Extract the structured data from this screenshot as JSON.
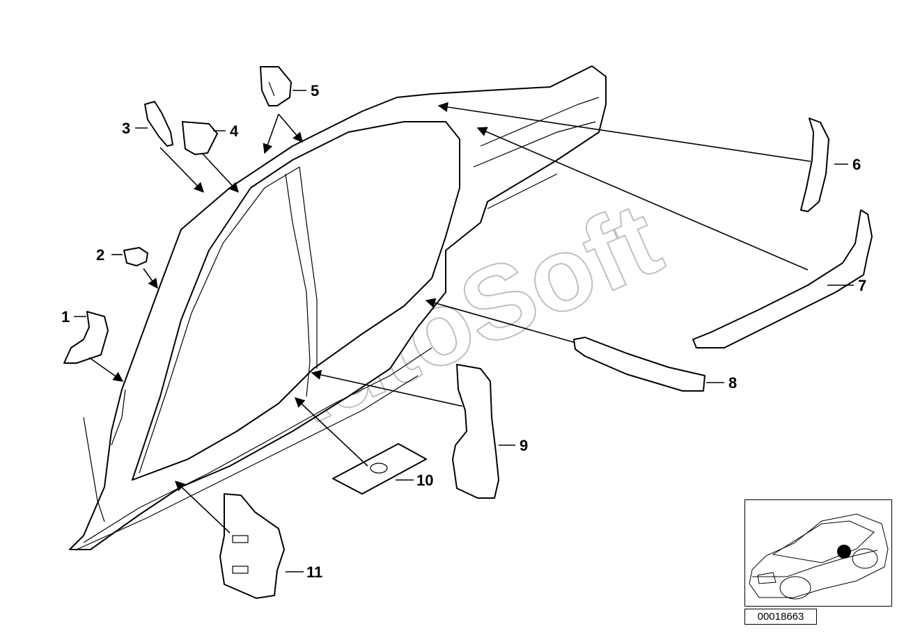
{
  "callouts": [
    {
      "id": "1",
      "text": "1"
    },
    {
      "id": "2",
      "text": "2"
    },
    {
      "id": "3",
      "text": "3"
    },
    {
      "id": "4",
      "text": "4"
    },
    {
      "id": "5",
      "text": "5"
    },
    {
      "id": "6",
      "text": "6"
    },
    {
      "id": "7",
      "text": "7"
    },
    {
      "id": "8",
      "text": "8"
    },
    {
      "id": "9",
      "text": "9"
    },
    {
      "id": "10",
      "text": "10"
    },
    {
      "id": "11",
      "text": "11"
    }
  ],
  "watermark": "AutoSoft",
  "reference_code": "00018663",
  "colors": {
    "line": "#000000",
    "background": "#ffffff",
    "watermark": "#8a8a8a"
  }
}
